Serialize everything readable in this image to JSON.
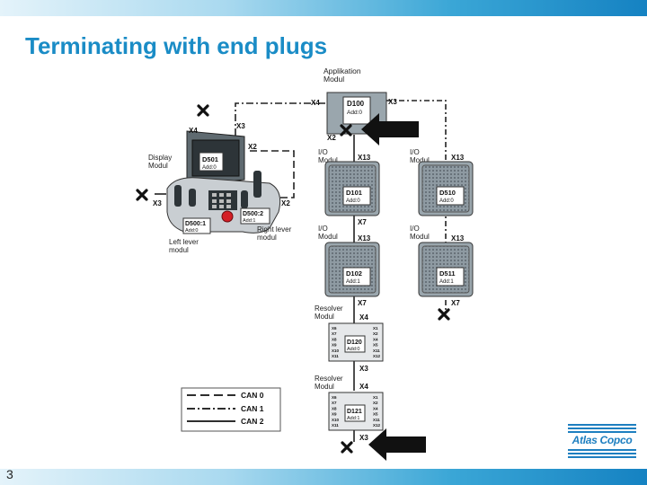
{
  "title": "Terminating with end plugs",
  "page_number": "3",
  "logo_text": "Atlas Copco",
  "accent_color": "#1a8cc6",
  "diagram": {
    "applikation": {
      "label": "Applikation\nModul",
      "id": "D100",
      "add": "Add:0"
    },
    "display": {
      "label": "Display\nModul",
      "id": "D501",
      "add": "Add:0"
    },
    "left_lever": {
      "label": "Left lever\nmodul",
      "id": "D500:1",
      "add": "Add:0"
    },
    "right_lever": {
      "label": "Right lever\nmodul",
      "id": "D500:2",
      "add": "Add:1"
    },
    "io1": {
      "label": "I/O\nModul",
      "id": "D101",
      "add": "Add:0"
    },
    "io2": {
      "label": "I/O\nModul",
      "id": "D102",
      "add": "Add:1"
    },
    "io3": {
      "label": "I/O\nModul",
      "id": "D510",
      "add": "Add:0"
    },
    "io4": {
      "label": "I/O\nModul",
      "id": "D511",
      "add": "Add:1"
    },
    "resolver1": {
      "label": "Resolver\nModul",
      "id": "D120",
      "add": "Add:0"
    },
    "resolver2": {
      "label": "Resolver\nModul",
      "id": "D121",
      "add": "Add:1"
    },
    "connectors": {
      "x2": "X2",
      "x3": "X3",
      "x4": "X4",
      "x7": "X7",
      "x13": "X13"
    },
    "resolver_pins_left": [
      "X6",
      "X7",
      "X8",
      "X9",
      "X10",
      "X11"
    ],
    "resolver_pins_right": [
      "X1",
      "X2",
      "X4",
      "X5",
      "X11",
      "X12"
    ],
    "legend": [
      {
        "name": "CAN 0",
        "style": "dashed"
      },
      {
        "name": "CAN 1",
        "style": "dashdot"
      },
      {
        "name": "CAN 2",
        "style": "solid"
      }
    ]
  }
}
